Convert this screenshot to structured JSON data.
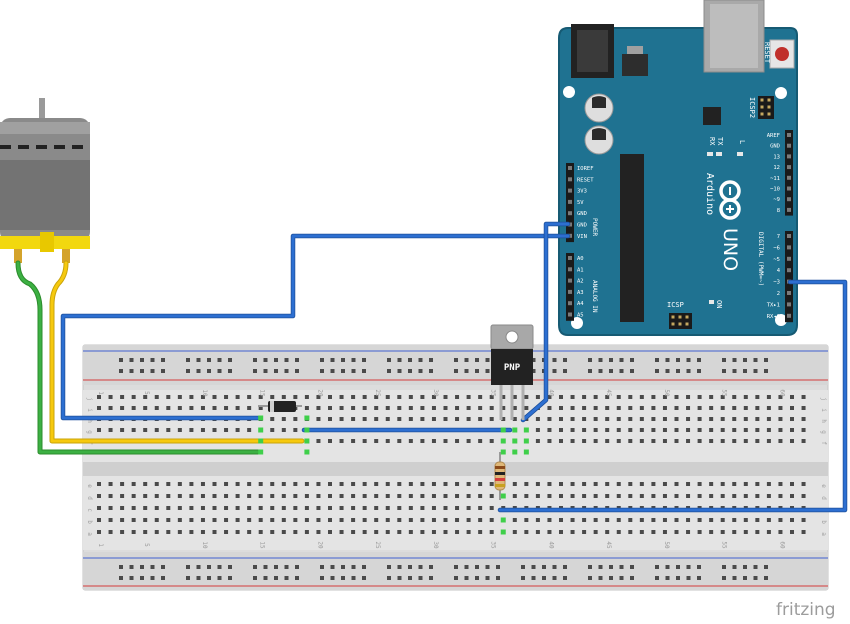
{
  "watermark": "fritzing",
  "arduino": {
    "board_name": "UNO",
    "brand": "Arduino",
    "reset_label": "RESET",
    "icsp2_label": "ICSP2",
    "icsp_label": "ICSP",
    "tx_label": "TX",
    "rx_label": "RX",
    "l_label": "L",
    "on_label": "ON",
    "power_header_label": "POWER",
    "analog_header_label": "ANALOG IN",
    "digital_header_label": "DIGITAL (PWM=~)",
    "power_pins": [
      "IOREF",
      "RESET",
      "3V3",
      "5V",
      "GND",
      "GND",
      "VIN"
    ],
    "analog_pins": [
      "A0",
      "A1",
      "A2",
      "A3",
      "A4",
      "A5"
    ],
    "digital_top_pins": [
      "AREF",
      "GND",
      "13",
      "12",
      "~11",
      "~10",
      "~9",
      "8"
    ],
    "digital_bottom_pins": [
      "7",
      "~6",
      "~5",
      "4",
      "~3",
      "2",
      "TX▸1",
      "RX◂0"
    ]
  },
  "transistor": {
    "label": "PNP"
  },
  "breadboard": {
    "column_numbers": [
      "1",
      "5",
      "10",
      "15",
      "20",
      "25",
      "30",
      "35",
      "40",
      "45",
      "50",
      "55",
      "60"
    ],
    "row_letters_top": [
      "j",
      "i",
      "h",
      "g",
      "f"
    ],
    "row_letters_bottom": [
      "e",
      "d",
      "c",
      "b",
      "a"
    ]
  },
  "colors": {
    "arduino_body": "#1f7291",
    "arduino_edge": "#165a73",
    "wire_blue": "#2d6fd1",
    "wire_green": "#3cb043",
    "wire_yellow": "#f6c90e",
    "motor_body": "#8a8a8a",
    "motor_band": "#f2d80f",
    "rail_red": "#d43c3c",
    "rail_blue": "#4060d0"
  }
}
